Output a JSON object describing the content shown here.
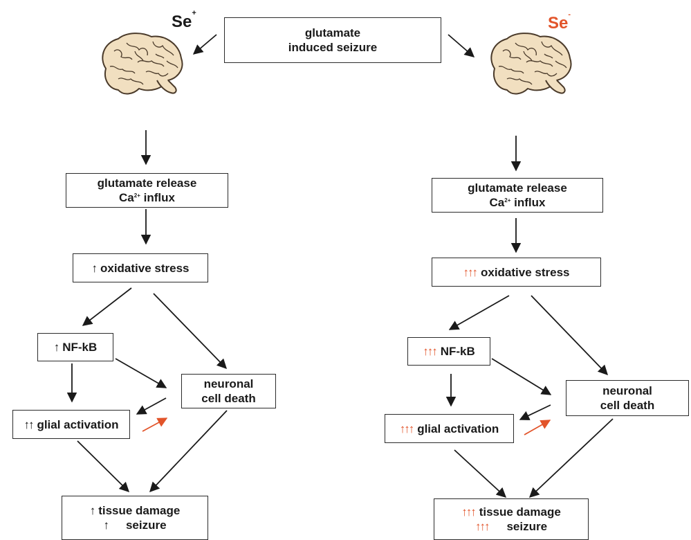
{
  "colors": {
    "black": "#1a1a1a",
    "red": "#e2542a",
    "brain_fill": "#f1dfc0",
    "brain_line": "#4a3a2a"
  },
  "top": {
    "line1": "glutamate",
    "line2": "induced seizure"
  },
  "left": {
    "label": "Se",
    "label_sup": "+",
    "release_line1": "glutamate release",
    "release_line2_pre": "Ca",
    "release_line2_sup": "2+",
    "release_line2_post": " influx",
    "oxidative_arrows": "↑",
    "oxidative": "oxidative stress",
    "nfkb_arrows": "↑",
    "nfkb": "NF-kB",
    "death_line1": "neuronal",
    "death_line2": "cell death",
    "glial_arrows": "↑↑",
    "glial": "glial activation",
    "damage_arrows": "↑",
    "damage": "tissue damage",
    "seizure_arrows": "↑",
    "seizure": "seizure"
  },
  "right": {
    "label": "Se",
    "label_sup": "-",
    "release_line1": "glutamate release",
    "release_line2_pre": "Ca",
    "release_line2_sup": "2+",
    "release_line2_post": " influx",
    "oxidative_arrows": "↑↑↑",
    "oxidative": "oxidative stress",
    "nfkb_arrows": "↑↑↑",
    "nfkb": "NF-kB",
    "death_line1": "neuronal",
    "death_line2": "cell death",
    "glial_arrows": "↑↑↑",
    "glial": "glial activation",
    "damage_arrows": "↑↑↑",
    "damage": "tissue damage",
    "seizure_arrows": "↑↑↑",
    "seizure": "seizure"
  }
}
